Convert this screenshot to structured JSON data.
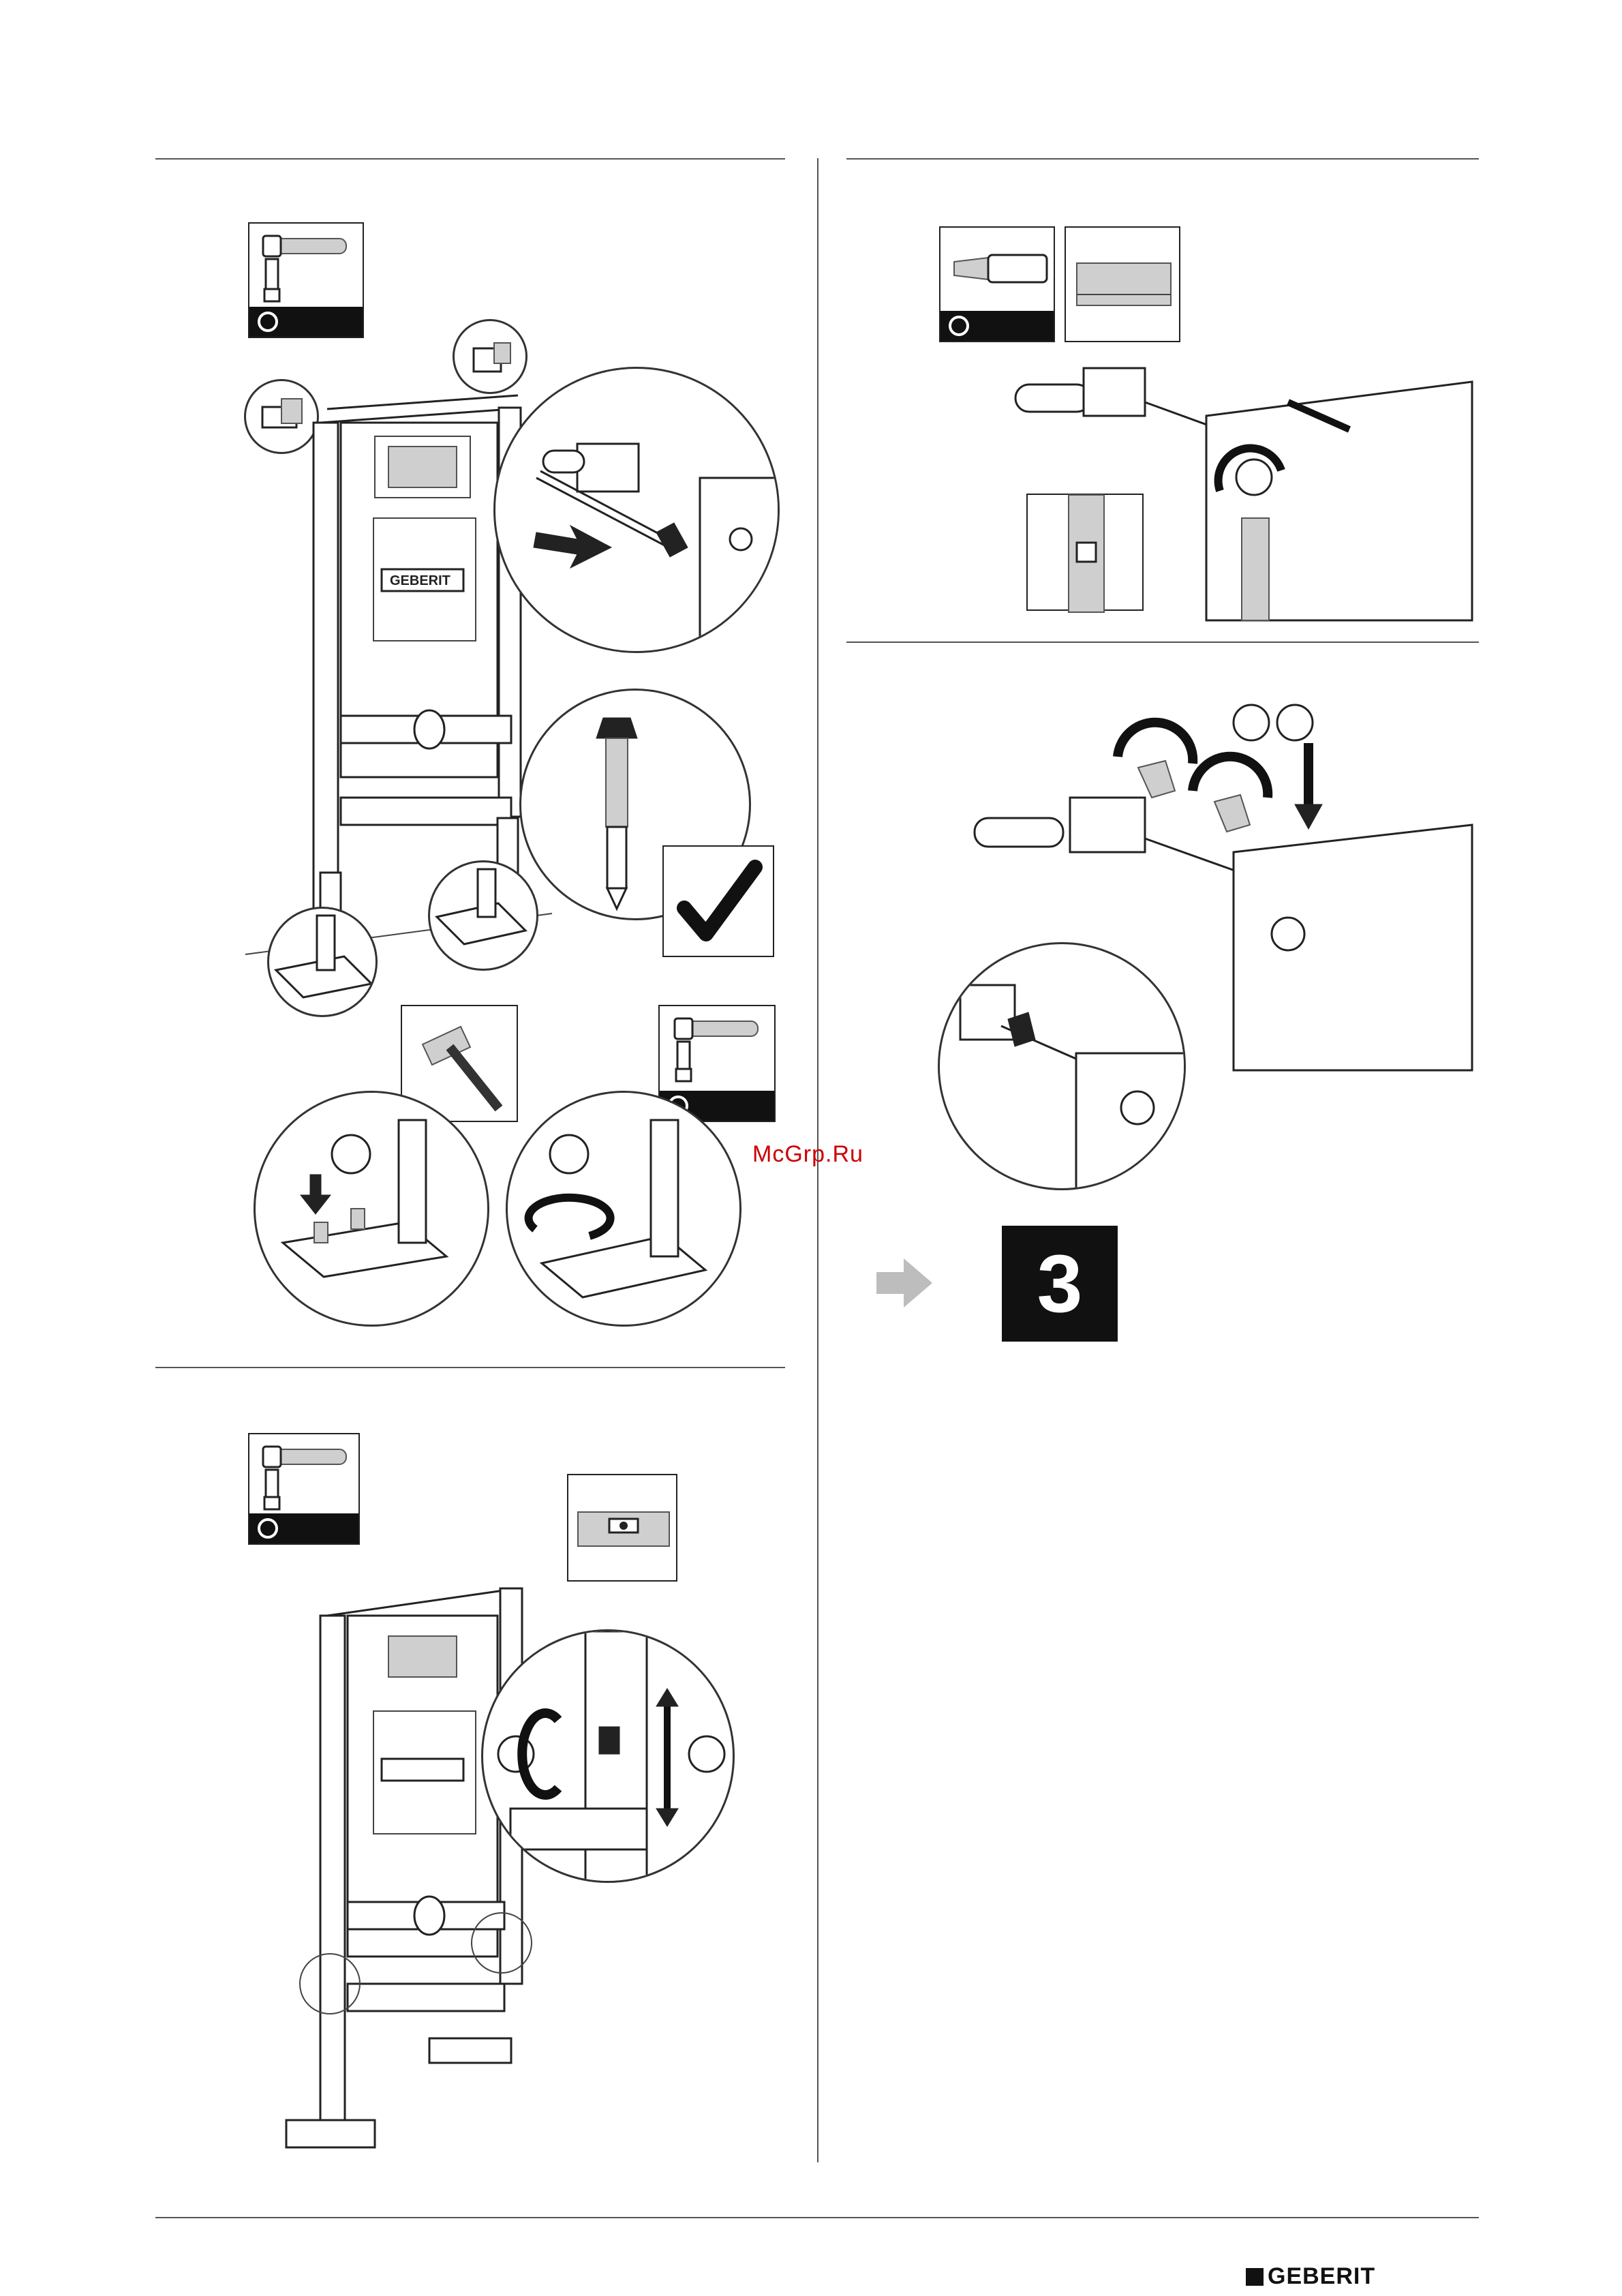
{
  "watermark": "McGrp.Ru",
  "step_badge": {
    "number": "3"
  },
  "footer": {
    "brand": "GEBERIT"
  },
  "panel_frame": {
    "brand_text": "GEBERIT"
  },
  "icons": {
    "socket_wrench": "socket-wrench-icon",
    "screwdriver_cross": "phillips-screwdriver-icon",
    "ruler": "ruler-icon",
    "hammer": "hammer-icon",
    "checkmark": "checkmark-icon",
    "next_arrow": "arrow-right-icon",
    "spirit_level": "spirit-level-icon"
  },
  "colors": {
    "rule": "#555555",
    "ink": "#111111",
    "watermark": "#cc0000",
    "arrow_grey": "#bdbdbd"
  }
}
